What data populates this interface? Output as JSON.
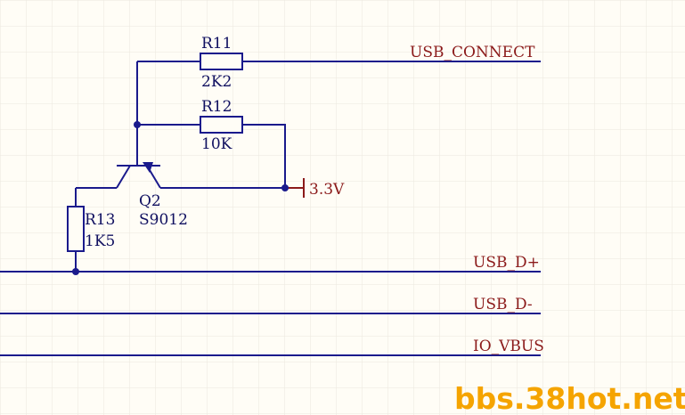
{
  "components": {
    "r11": {
      "designator": "R11",
      "value": "2K2"
    },
    "r12": {
      "designator": "R12",
      "value": "10K"
    },
    "r13": {
      "designator": "R13",
      "value": "1K5"
    },
    "q2": {
      "designator": "Q2",
      "value": "S9012"
    }
  },
  "nets": {
    "usb_connect": "USB_CONNECT",
    "power": "3.3V",
    "usb_dp": "USB_D+",
    "usb_dm": "USB_D-",
    "io_vbus": "IO_VBUS"
  },
  "watermark": "bbs.38hot.net",
  "colors": {
    "wire": "#1a1a8c",
    "net_label": "#8b1a1a",
    "grid": "#ebe8de",
    "background": "#fffdf6",
    "watermark": "#f5a400"
  }
}
